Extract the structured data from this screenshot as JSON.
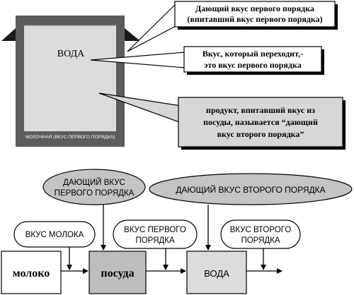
{
  "top": {
    "vessel_contents": "ВОДА",
    "vessel_caption": "МОЛОЧНАЯ (ВКУС ПЕРВОГО ПОРЯДКА)",
    "callout_1_line1": "Дающий вкус первого порядка",
    "callout_1_line2": "(впитавший вкус первого порядка)",
    "callout_2_line1": "Вкус, который переходит,-",
    "callout_2_line2": "это вкус первого порядка",
    "callout_3_line1": "продукт, впитавший вкус из",
    "callout_3_line2": "посуды, называется “дающий",
    "callout_3_line3": "вкус второго порядка”"
  },
  "flow": {
    "giver_first_line1": "ДАЮЩИЙ ВКУС",
    "giver_first_line2": "ПЕРВОГО ПОРЯДКА",
    "giver_second": "ДАЮЩИЙ ВКУС  ВТОРОГО ПОРЯДКА",
    "taste_milk": "ВКУС МОЛОКА",
    "taste_first_line1": "ВКУС ПЕРВОГО",
    "taste_first_line2": "ПОРЯДКА",
    "taste_second_line1": "ВКУС ВТОРОГО",
    "taste_second_line2": "ПОРЯДКА",
    "box_milk": "молоко",
    "box_dish": "посуда",
    "box_water": "ВОДА"
  },
  "colors": {
    "vessel": "#5c5c5c",
    "vessel_water": "#dcdcdc",
    "callout_box": "#d7d7d7",
    "giver_oval": "#c4c4c4",
    "dish_box": "#bdbdbd",
    "water_box": "#dcdcdc"
  }
}
